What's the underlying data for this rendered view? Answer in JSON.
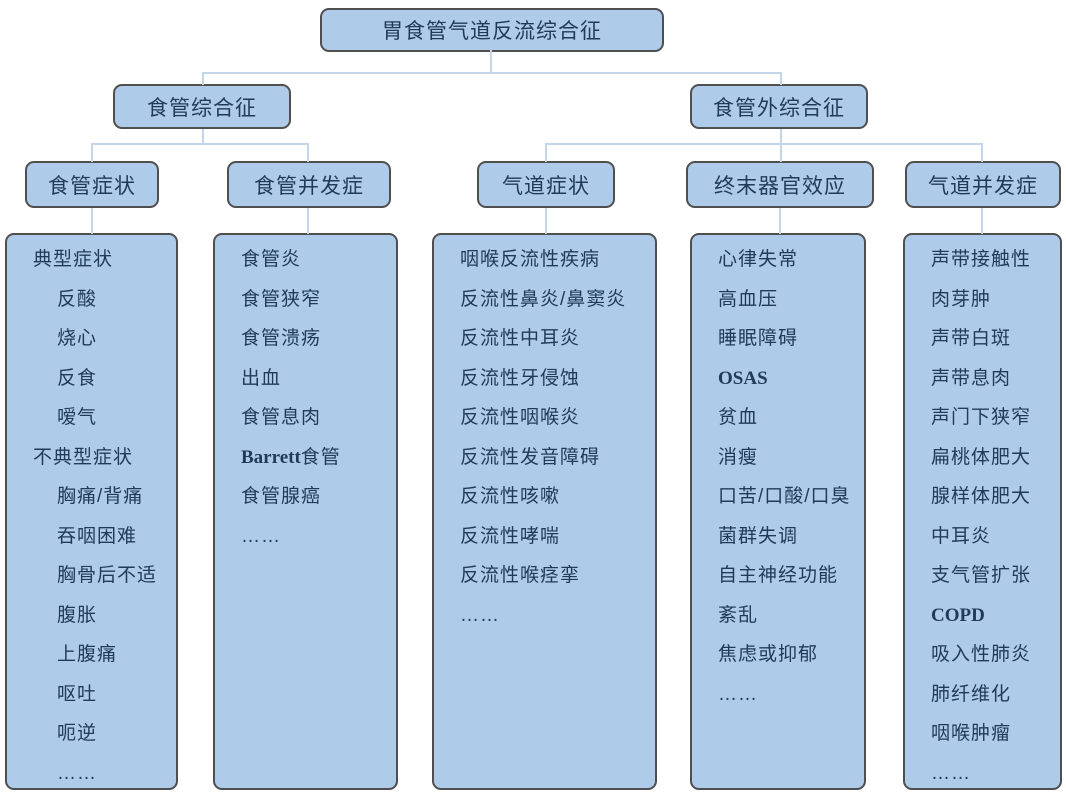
{
  "colors": {
    "box_fill": "#aecbe9",
    "box_border": "#4f4f4f",
    "connector": "#c3d5e8",
    "text": "#1f3a5a",
    "background": "#ffffff"
  },
  "tree": {
    "root": {
      "label": "胃食管气道反流综合征"
    },
    "branches": [
      {
        "label": "食管综合征"
      },
      {
        "label": "食管外综合征"
      }
    ],
    "groups": [
      {
        "header": "食管症状",
        "parent": "食管综合征",
        "lines": [
          {
            "text": "典型症状",
            "indent": 0
          },
          {
            "text": "反酸",
            "indent": 1
          },
          {
            "text": "烧心",
            "indent": 1
          },
          {
            "text": "反食",
            "indent": 1
          },
          {
            "text": "嗳气",
            "indent": 1
          },
          {
            "text": "不典型症状",
            "indent": 0
          },
          {
            "text": "胸痛/背痛",
            "indent": 1
          },
          {
            "text": "吞咽困难",
            "indent": 1
          },
          {
            "text": "胸骨后不适",
            "indent": 1
          },
          {
            "text": "腹胀",
            "indent": 1
          },
          {
            "text": "上腹痛",
            "indent": 1
          },
          {
            "text": "呕吐",
            "indent": 1
          },
          {
            "text": "呃逆",
            "indent": 1
          },
          {
            "text": "……",
            "indent": 1
          }
        ]
      },
      {
        "header": "食管并发症",
        "parent": "食管综合征",
        "lines": [
          {
            "text": "食管炎",
            "indent": 0
          },
          {
            "text": "食管狭窄",
            "indent": 0
          },
          {
            "text": "食管溃疡",
            "indent": 0
          },
          {
            "text": "出血",
            "indent": 0
          },
          {
            "text": "食管息肉",
            "indent": 0
          },
          {
            "text": "Barrett食管",
            "indent": 0
          },
          {
            "text": "食管腺癌",
            "indent": 0
          },
          {
            "text": "……",
            "indent": 0
          }
        ]
      },
      {
        "header": "气道症状",
        "parent": "食管外综合征",
        "lines": [
          {
            "text": "咽喉反流性疾病",
            "indent": 0
          },
          {
            "text": "反流性鼻炎/鼻窦炎",
            "indent": 0
          },
          {
            "text": "反流性中耳炎",
            "indent": 0
          },
          {
            "text": "反流性牙侵蚀",
            "indent": 0
          },
          {
            "text": "反流性咽喉炎",
            "indent": 0
          },
          {
            "text": "反流性发音障碍",
            "indent": 0
          },
          {
            "text": "反流性咳嗽",
            "indent": 0
          },
          {
            "text": "反流性哮喘",
            "indent": 0
          },
          {
            "text": "反流性喉痉挛",
            "indent": 0
          },
          {
            "text": "……",
            "indent": 0
          }
        ]
      },
      {
        "header": "终末器官效应",
        "parent": "食管外综合征",
        "lines": [
          {
            "text": "心律失常",
            "indent": 0
          },
          {
            "text": "高血压",
            "indent": 0
          },
          {
            "text": "睡眠障碍",
            "indent": 0
          },
          {
            "text": "OSAS",
            "indent": 0
          },
          {
            "text": "贫血",
            "indent": 0
          },
          {
            "text": "消瘦",
            "indent": 0
          },
          {
            "text": "口苦/口酸/口臭",
            "indent": 0
          },
          {
            "text": "菌群失调",
            "indent": 0
          },
          {
            "text": "自主神经功能",
            "indent": 0
          },
          {
            "text": "紊乱",
            "indent": 0
          },
          {
            "text": "焦虑或抑郁",
            "indent": 0
          },
          {
            "text": "……",
            "indent": 0
          }
        ]
      },
      {
        "header": "气道并发症",
        "parent": "食管外综合征",
        "lines": [
          {
            "text": "声带接触性",
            "indent": 0
          },
          {
            "text": "肉芽肿",
            "indent": 0
          },
          {
            "text": "声带白斑",
            "indent": 0
          },
          {
            "text": "声带息肉",
            "indent": 0
          },
          {
            "text": "声门下狭窄",
            "indent": 0
          },
          {
            "text": "扁桃体肥大",
            "indent": 0
          },
          {
            "text": "腺样体肥大",
            "indent": 0
          },
          {
            "text": "中耳炎",
            "indent": 0
          },
          {
            "text": "支气管扩张",
            "indent": 0
          },
          {
            "text": "COPD",
            "indent": 0
          },
          {
            "text": "吸入性肺炎",
            "indent": 0
          },
          {
            "text": "肺纤维化",
            "indent": 0
          },
          {
            "text": "咽喉肿瘤",
            "indent": 0
          },
          {
            "text": "……",
            "indent": 0
          }
        ]
      }
    ]
  }
}
